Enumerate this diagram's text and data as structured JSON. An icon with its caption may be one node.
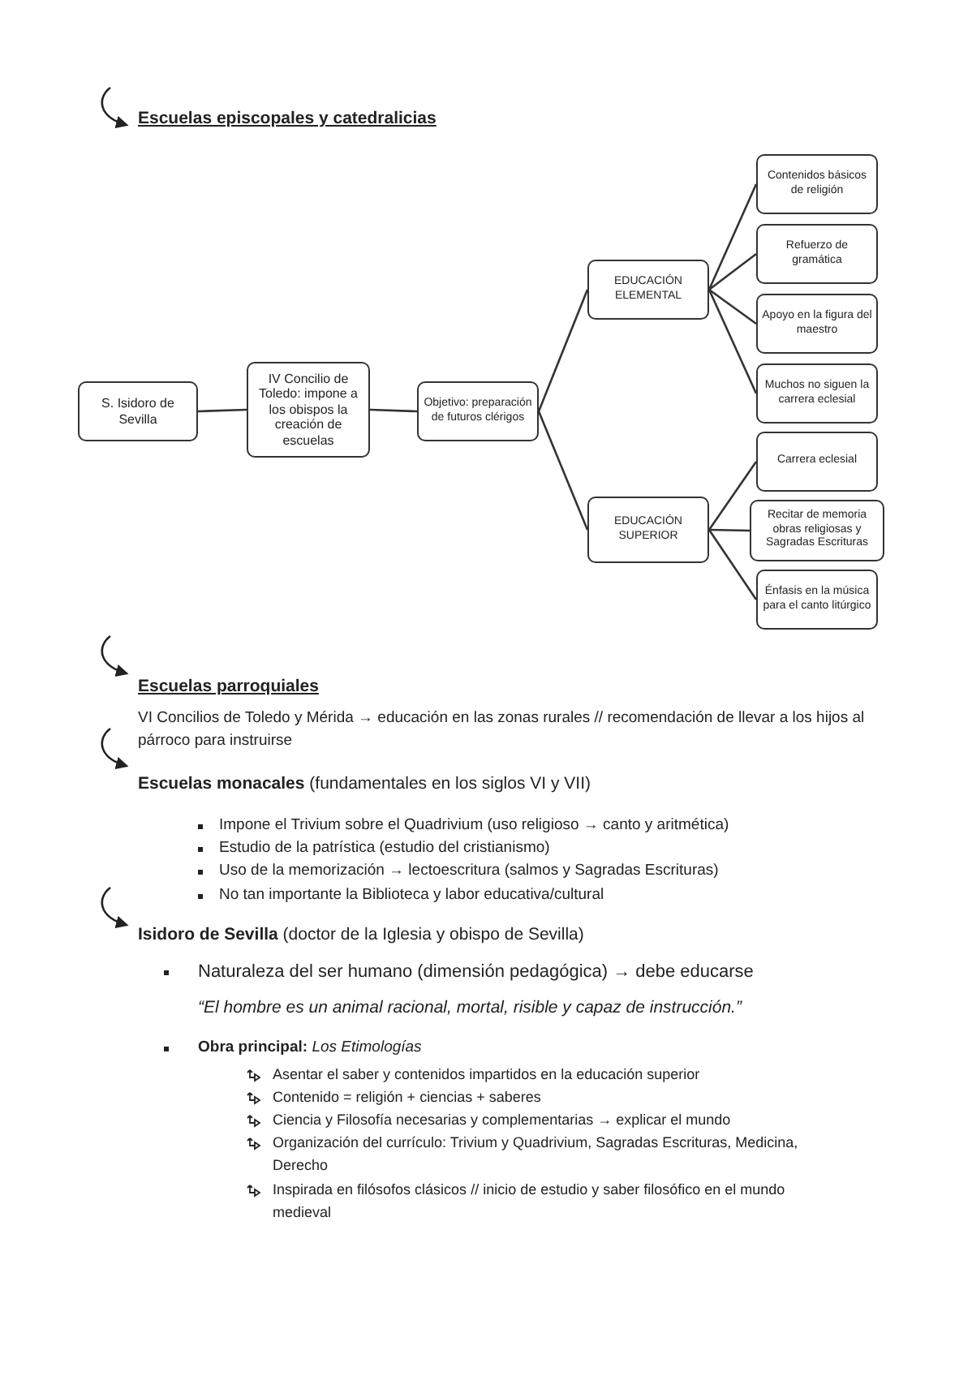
{
  "diagram": {
    "nodes": [
      {
        "text": [
          "S. Isidoro de Sevilla"
        ]
      },
      {
        "text": [
          "IV Concilio de Toledo: impone a los obispos la creación de escuelas"
        ]
      },
      {
        "text": [
          "Objetivo: preparación de futuros clérigos"
        ]
      },
      {
        "text": [
          "EDUCACIÓN ELEMENTAL"
        ]
      },
      {
        "text": [
          "Contenidos básicos de religión"
        ]
      },
      {
        "text": [
          "Refuerzo de gramática"
        ]
      },
      {
        "text": [
          "Apoyo en la figura del maestro"
        ]
      },
      {
        "text": [
          "Muchos no siguen la carrera eclesial"
        ]
      },
      {
        "text": [
          "EDUCACIÓN SUPERIOR"
        ]
      },
      {
        "text": [
          "Carrera eclesial"
        ]
      },
      {
        "text": [
          "Recitar de memoria obras religiosas y Sagradas Escrituras"
        ]
      },
      {
        "text": [
          "Énfasis en la música para el canto litúrgico"
        ]
      }
    ],
    "edges": [
      {
        "from": 0,
        "to": 1,
        "arrow": "none"
      },
      {
        "from": 1,
        "to": 2,
        "arrow": "none"
      },
      {
        "from": 2,
        "to": 3,
        "arrow": "none"
      },
      {
        "from": 2,
        "to": 8,
        "arrow": "none"
      },
      {
        "from": 3,
        "to": 4,
        "arrow": "none"
      },
      {
        "from": 3,
        "to": 5,
        "arrow": "none"
      },
      {
        "from": 3,
        "to": 6,
        "arrow": "none"
      },
      {
        "from": 3,
        "to": 7,
        "arrow": "none"
      },
      {
        "from": 8,
        "to": 9,
        "arrow": "none"
      },
      {
        "from": 8,
        "to": 10,
        "arrow": "none"
      },
      {
        "from": 8,
        "to": 11,
        "arrow": "none"
      }
    ],
    "labels": [
      "Escuelas episcopales y catedralicias",
      "Escuelas parroquiales",
      "VI Concilios de Toledo y Mérida → educación en las zonas rurales // recomendación de llevar a los hijos al párroco para instruirse",
      "**Escuelas monacales** (fundamentales en los siglos VI y VII)",
      "Impone el Trivium sobre el Quadrivium (uso religioso → canto y aritmética)",
      "Estudio de la patrística (estudio del cristianismo)",
      "Uso de la memorización → lectoescritura (salmos y Sagradas Escrituras)",
      "No tan importante la Biblioteca y labor educativa/cultural",
      "**Isidoro de Sevilla** (doctor de la Iglesia y obispo de Sevilla)",
      "Naturaleza del ser humano (dimensión pedagógica) → debe educarse",
      "“El hombre es un animal racional, mortal, risible y capaz de instrucción.”",
      "**Obra principal:** *Los Etimologías*",
      "Asentar el saber y contenidos impartidos en la educación superior",
      "Contenido = religión + ciencias + saberes",
      "Ciencia y Filosofía necesarias y complementarias → explicar el mundo",
      "Organización del currículo: Trivium y Quadrivium, Sagradas Escrituras, Medicina, Derecho",
      "Inspirada en filósofos clásicos // inicio de estudio y saber filosófico en el mundo medieval"
    ]
  }
}
